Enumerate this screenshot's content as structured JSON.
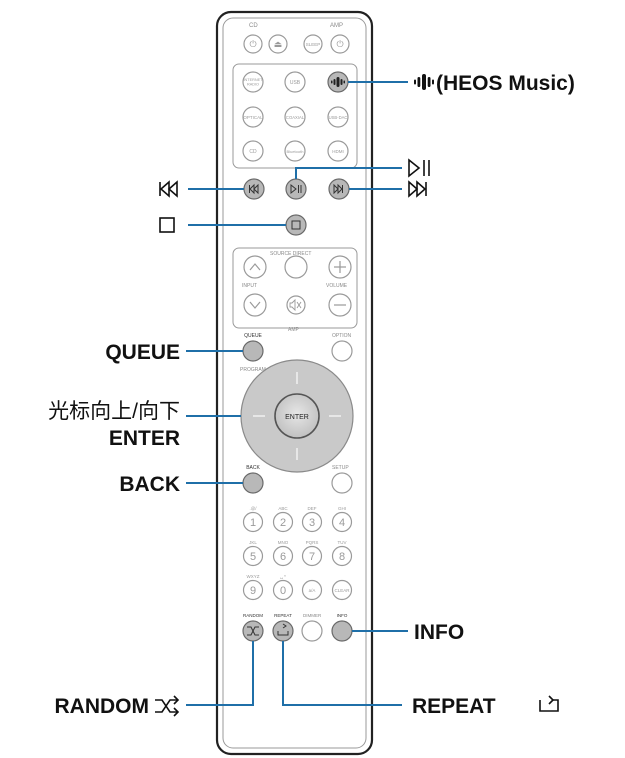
{
  "remote": {
    "section_labels": {
      "cd": "CD",
      "amp": "AMP",
      "source_direct": "SOURCE DIRECT",
      "input": "INPUT",
      "volume": "VOLUME",
      "amp_mid": "AMP",
      "program": "PROGRAM",
      "setup": "SETUP",
      "option": "OPTION",
      "dimmer": "DIMMER"
    },
    "top_buttons": {
      "power_cd": "⏻",
      "eject": "⏏",
      "sleep": "SLEEP",
      "power_amp": "⏻"
    },
    "source_buttons": {
      "internet_radio": "INTERNET\nRADIO",
      "usb": "USB",
      "heos": "HEOS",
      "optical": "OPTICAL",
      "coaxial": "COAXIAL",
      "usb_dac": "USB-DAC",
      "cd": "CD",
      "bluetooth": "Bluetooth",
      "hdmi": "HDMI"
    },
    "keypad": {
      "keys": [
        {
          "num": "1",
          "letters": ".@/"
        },
        {
          "num": "2",
          "letters": "ABC"
        },
        {
          "num": "3",
          "letters": "DEF"
        },
        {
          "num": "4",
          "letters": "GHI"
        },
        {
          "num": "5",
          "letters": "JKL"
        },
        {
          "num": "6",
          "letters": "MNO"
        },
        {
          "num": "7",
          "letters": "PQRS"
        },
        {
          "num": "8",
          "letters": "TUV"
        },
        {
          "num": "9",
          "letters": "WXYZ"
        },
        {
          "num": "0",
          "letters": "␣ * "
        },
        {
          "num": "a/A",
          "letters": ""
        },
        {
          "num": "CLEAR",
          "letters": ""
        }
      ]
    },
    "button_texts": {
      "queue": "QUEUE",
      "enter": "ENTER",
      "back": "BACK",
      "random": "RANDOM",
      "repeat": "REPEAT",
      "info": "INFO"
    }
  },
  "callouts": {
    "heos_music": "(HEOS Music)",
    "play_pause": "▷II",
    "previous": "⏮",
    "next": "⏭",
    "stop": "□",
    "queue": "QUEUE",
    "cursor_up_down": "光标向上/向下",
    "enter": "ENTER",
    "back": "BACK",
    "info": "INFO",
    "random": "RANDOM",
    "repeat": "REPEAT"
  },
  "colors": {
    "leader": "#1f6fa8",
    "highlight_button": "#b8b8b8",
    "body_outline": "#222222"
  },
  "icons": {
    "heos": "heos-icon",
    "random": "shuffle-icon",
    "repeat": "repeat-icon"
  }
}
